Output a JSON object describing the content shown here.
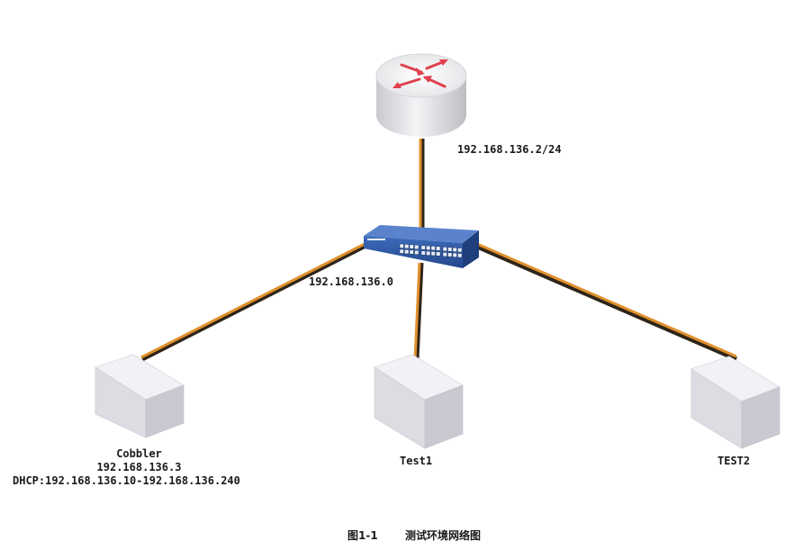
{
  "router": {
    "ip": "192.168.136.2/24"
  },
  "switch": {
    "network": "192.168.136.0"
  },
  "servers": {
    "cobbler": {
      "name": "Cobbler",
      "ip": "192.168.136.3",
      "dhcp": "DHCP:192.168.136.10-192.168.136.240"
    },
    "test1": {
      "name": "Test1"
    },
    "test2": {
      "name": "TEST2"
    }
  },
  "caption": {
    "figure": "图1-1",
    "title": "测试环境网络图"
  },
  "colors": {
    "cable": "#e0902c",
    "cable_shadow": "#2f2418",
    "router_arrow": "#e0414d",
    "switch_blue": "#2e5aa8",
    "server_face": "#e4e4ea"
  }
}
